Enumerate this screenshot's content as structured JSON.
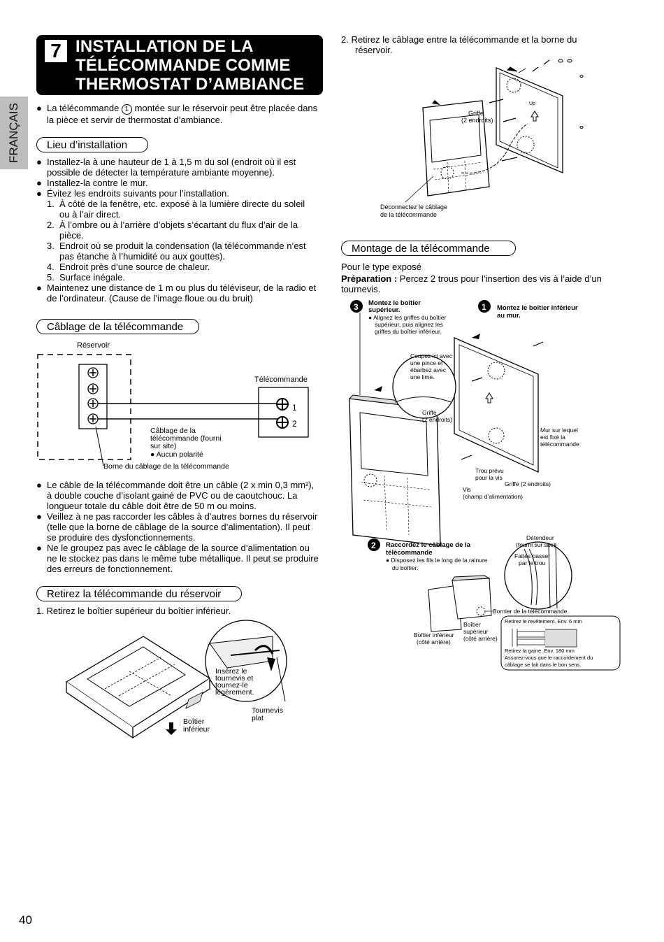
{
  "side_tab": "FRANÇAIS",
  "section": {
    "number": "7",
    "title": "INSTALLATION DE LA\nTÉLÉCOMMANDE COMME\nTHERMOSTAT D’AMBIANCE"
  },
  "intro": [
    "La télécommande ",
    "1",
    " montée sur le réservoir peut être placée dans",
    "la pièce et servir de thermostat d’ambiance."
  ],
  "lieu": {
    "heading": "Lieu d’installation",
    "lines": [
      {
        "b": true,
        "t": "Installez-la à une hauteur de 1 à 1,5 m du sol (endroit où il est"
      },
      {
        "t": "possible de détecter la température ambiante moyenne)."
      },
      {
        "b": true,
        "t": "Installez-la contre le mur."
      },
      {
        "b": true,
        "t": "Évitez les endroits suivants pour l’installation."
      },
      {
        "n": "1.",
        "t": "À côté de la fenêtre, etc. exposé à la lumière directe du soleil"
      },
      {
        "t2": "ou à l’air direct."
      },
      {
        "n": "2.",
        "t": "À l’ombre ou à l’arrière d’objets s’écartant du flux d’air de la"
      },
      {
        "t2": "pièce."
      },
      {
        "n": "3.",
        "t": "Endroit où se produit la condensation (la télécommande n’est"
      },
      {
        "t2": "pas étanche à l’humidité ou aux gouttes)."
      },
      {
        "n": "4.",
        "t": "Endroit près d’une source de chaleur."
      },
      {
        "n": "5.",
        "t": "Surface inégale."
      },
      {
        "b": true,
        "t": "Maintenez une distance de 1 m ou plus du téléviseur, de la radio et"
      },
      {
        "t": "de l’ordinateur. (Cause de l’image floue ou du bruit)"
      }
    ]
  },
  "cablage": {
    "heading": "Câblage de la télécommande",
    "reservoir": "Réservoir",
    "telecommande": "Télécommande",
    "t1": "1",
    "t2": "2",
    "cable_label": [
      "Câblage de la",
      "télécommande (fourni",
      "sur site)",
      "● Aucun polarité"
    ],
    "borne": "Borne du câblage de la télécommande",
    "notes": [
      {
        "b": true,
        "t": "Le câble de la télécommande doit être un câble (2 x min 0,3 mm²),"
      },
      {
        "t": "à double couche d’isolant gainé de PVC ou de caoutchouc. La"
      },
      {
        "t": "longueur totale du câble doit être de 50 m ou moins."
      },
      {
        "b": true,
        "t": "Veillez à ne pas raccorder les câbles à d’autres bornes du réservoir"
      },
      {
        "t": "(telle que la borne de câblage de la source d’alimentation). Il peut"
      },
      {
        "t": "se produire des dysfonctionnements."
      },
      {
        "b": true,
        "t": "Ne le groupez pas avec le câblage de la source d’alimentation ou"
      },
      {
        "t": "ne le stockez pas dans le même tube métallique. Il peut se produire"
      },
      {
        "t": "des erreurs de fonctionnement."
      }
    ]
  },
  "retirez": {
    "heading": "Retirez la télécommande du réservoir",
    "step1": "1.  Retirez le boîtier supérieur du boîtier inférieur.",
    "callout": [
      "Insérez le",
      "tournevis et",
      "tournez-le",
      "légèrement."
    ],
    "tournevis": [
      "Tournevis",
      "plat"
    ],
    "boitier": [
      "Boîtier",
      "inférieur"
    ]
  },
  "step2": [
    "2.  Retirez le câblage entre la télécommande et la borne du",
    "réservoir."
  ],
  "fig2": {
    "griffe": [
      "Griffe",
      "(2 endroits)"
    ],
    "deconnect": [
      "Déconnectez le câblage",
      "de la télécommande"
    ],
    "up": "Up"
  },
  "montage": {
    "heading": "Montage de la télécommande",
    "type": "Pour le type exposé",
    "prep_label": "Préparation :",
    "prep_text": " Percez 2 trous pour l’insertion des vis à l’aide d’un",
    "prep_text2": "tournevis.",
    "s3_title": [
      "Montez le boîtier",
      "supérieur."
    ],
    "s3_notes": [
      "● Alignez les griffes du boîtier",
      "supérieur, puis alignez les",
      "griffes du boîtier inférieur."
    ],
    "s1_title": [
      "Montez le boîtier inférieur",
      "au mur."
    ],
    "coupez": [
      "Coupez ici avec",
      "une pince et",
      "ébarbez avec",
      "une lime."
    ],
    "griffe": [
      "Griffe",
      "(2 endroits)"
    ],
    "mur": [
      "Mur sur lequel",
      "est fixé la",
      "télécommande"
    ],
    "trou": [
      "Trou prévu",
      "pour la vis"
    ],
    "griffe2": "Griffe (2 endroits)",
    "vis": [
      "Vis",
      "(champ d’alimentation)"
    ],
    "s2_title": [
      "Raccordez le câblage de la",
      "télécommande"
    ],
    "s2_notes": [
      "● Disposez les fils le long de la rainure",
      "du boîtier."
    ],
    "detendeur": [
      "Détendeur",
      "(fourni sur site)"
    ],
    "faites": [
      "Faites passer",
      "par le trou"
    ],
    "bornier": "Bornier de la télécommande",
    "revet": "Retirez le revêtement. Env. 6 mm",
    "gaine": [
      "Retirez la gaine. Env. 180 mm",
      "Assurez-vous que le raccordement du",
      "câblage se fait dans le bon sens."
    ],
    "boitier_inf": [
      "Boîtier inférieur",
      "(côté arrière)"
    ],
    "boitier_sup": [
      "Boîtier",
      "supérieur",
      "(côté arrière)"
    ],
    "n1": "1",
    "n2": "2",
    "n3": "3"
  },
  "page_number": "40"
}
